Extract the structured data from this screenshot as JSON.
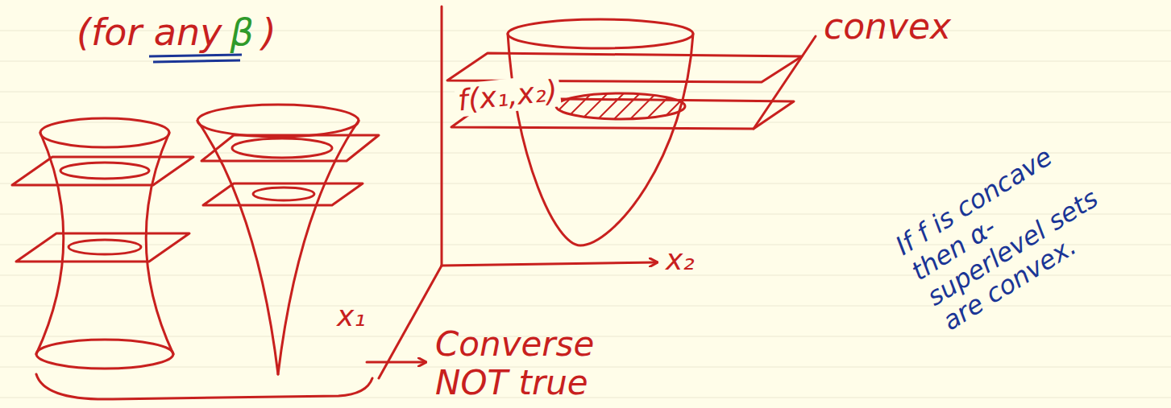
{
  "diagram": {
    "labels": [
      "(for any",
      "β",
      ")",
      "convex",
      "f(x₁,x₂)",
      "x₂",
      "x₁",
      "Converse NOT true",
      "If f is concave then α-superlevel sets are convex."
    ]
  }
}
